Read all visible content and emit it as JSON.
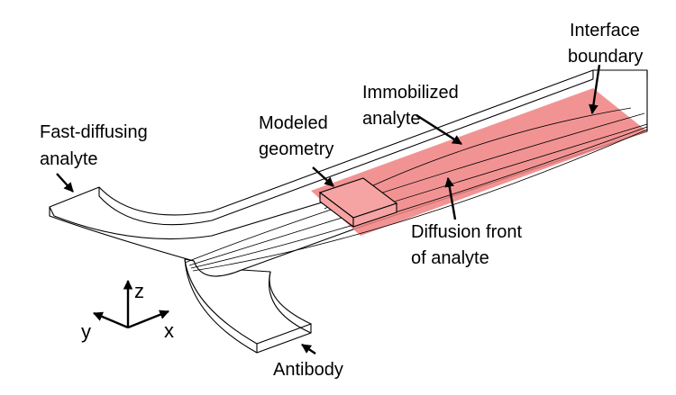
{
  "labels": {
    "fast_diffusing": [
      "Fast-diffusing",
      "analyte"
    ],
    "modeled_geometry": [
      "Modeled",
      "geometry"
    ],
    "immobilized": [
      "Immobilized",
      "analyte"
    ],
    "interface": [
      "Interface",
      "boundary"
    ],
    "diffusion_front": [
      "Diffusion front",
      "of analyte"
    ],
    "antibody": "Antibody"
  },
  "axes": {
    "z": "z",
    "y": "y",
    "x": "x"
  },
  "colors": {
    "immobilized_region": "#f08080",
    "lines": "#000000"
  }
}
